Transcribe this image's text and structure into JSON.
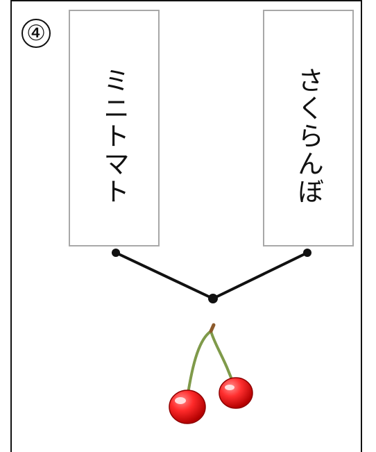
{
  "badge": {
    "number": "④"
  },
  "cards": {
    "left": {
      "label": "ミニトマト"
    },
    "right": {
      "label": "さくらんぼ"
    }
  },
  "picture": {
    "icon": "cherry-icon"
  },
  "colors": {
    "line": "#111111",
    "card_border": "#a8a8a8",
    "cherry_red": "#e21b1b",
    "stem": "#7f9a4a"
  }
}
